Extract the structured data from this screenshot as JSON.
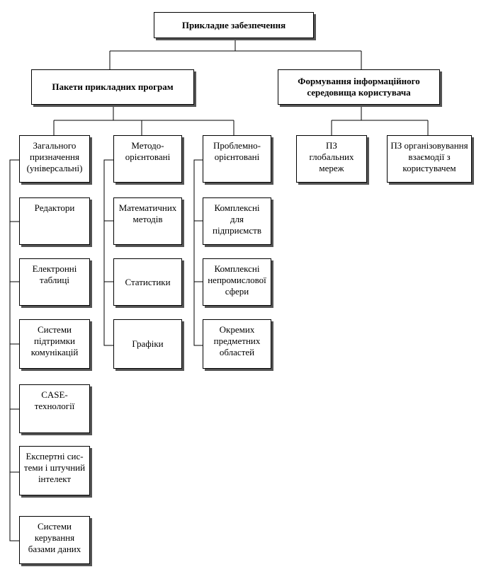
{
  "nodes": {
    "root": "Прикладне забезпечення",
    "packages": "Пакети прикладних програм",
    "environment": "Формування інформаційного\nсередовища користувача",
    "general": "Загального\nпризначення\n(універсальні)",
    "method": "Методо-\nорієнтовані",
    "problem": "Проблемно-\nорієнтовані",
    "global_nets": "ПЗ\nглобальних\nмереж",
    "user_interaction": "ПЗ організовування\nвзаємодії з\nкористувачем",
    "editors": "Редактори",
    "spreadsheets": "Електронні\nтаблиці",
    "communication": "Системи\nпідтримки\nкомунікацій",
    "case": "CASE-\nтехнології",
    "expert": "Експертні сис-\nтеми і штучний\nінтелект",
    "dbms": "Системи\nкерування\nбазами даних",
    "math": "Математичних\nметодів",
    "statistics": "Статистики",
    "graphics": "Графіки",
    "enterprise": "Комплексні\nдля\nпідприємств",
    "nonindustrial": "Комплексні\nнепромислової\nсфери",
    "domains": "Окремих\nпредметних\nобластей"
  }
}
